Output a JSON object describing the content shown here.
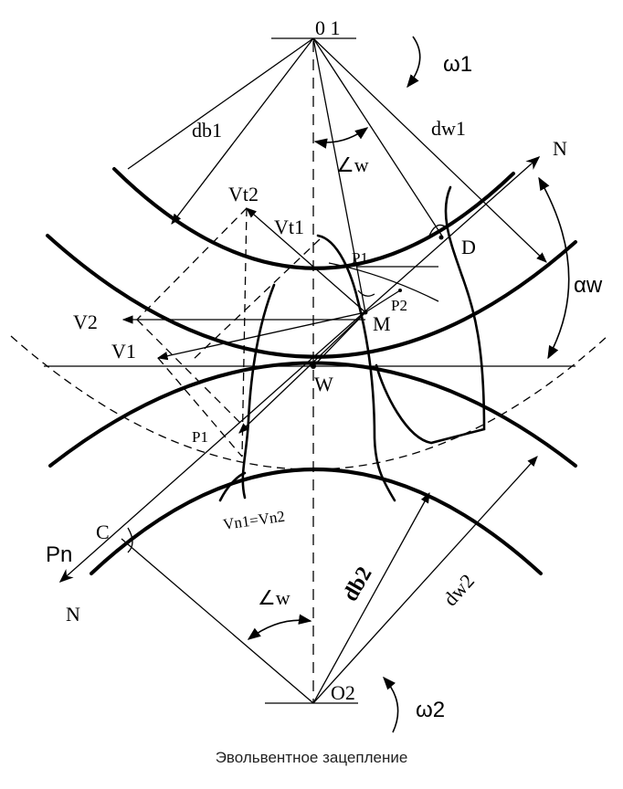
{
  "caption": "Эвольвентное зацепление",
  "labels": {
    "o1": "0 1",
    "o2": "O2",
    "omega1": "ω1",
    "omega2": "ω2",
    "db1": "db1",
    "dw1": "dw1",
    "db2": "db2",
    "dw2": "dw2",
    "alpha_w_top": "∠w",
    "alpha_w_bottom": "∠w",
    "alpha_w_right": "αw",
    "n_top": "N",
    "n_bottom": "N",
    "vt2": "Vt2",
    "vt1": "Vt1",
    "v2": "V2",
    "v1": "V1",
    "p1_top": "P1",
    "p2": "P2",
    "p1_bottom": "P1",
    "d": "D",
    "m": "M",
    "w": "W",
    "c": "C",
    "pn": "Pn",
    "vn": "Vn1=Vn2"
  }
}
